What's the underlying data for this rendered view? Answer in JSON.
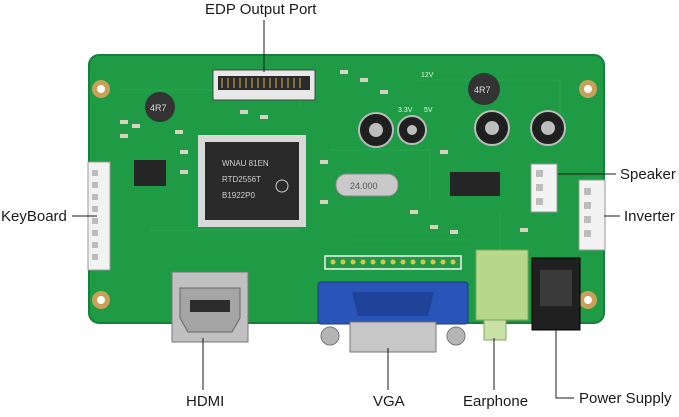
{
  "callouts": {
    "edp": "EDP Output Port",
    "keyboard": "KeyBoard",
    "speaker": "Speaker",
    "inverter": "Inverter",
    "hdmi": "HDMI",
    "vga": "VGA",
    "earphone": "Earphone",
    "power": "Power Supply"
  },
  "chip": {
    "main_line1": "WNAU 81EN",
    "main_line2": "RTD2556T",
    "main_line3": "B1922P0",
    "crystal": "24.000"
  },
  "caps": {
    "left": "4R7",
    "right": "4R7"
  },
  "silk": {
    "v33": "3.3V",
    "v5": "5V",
    "v12": "12V"
  },
  "colors": {
    "board": "#1f9a45",
    "board_dark": "#167a35",
    "vga_blue": "#2a55b8",
    "earphone_green": "#b7d88a"
  }
}
